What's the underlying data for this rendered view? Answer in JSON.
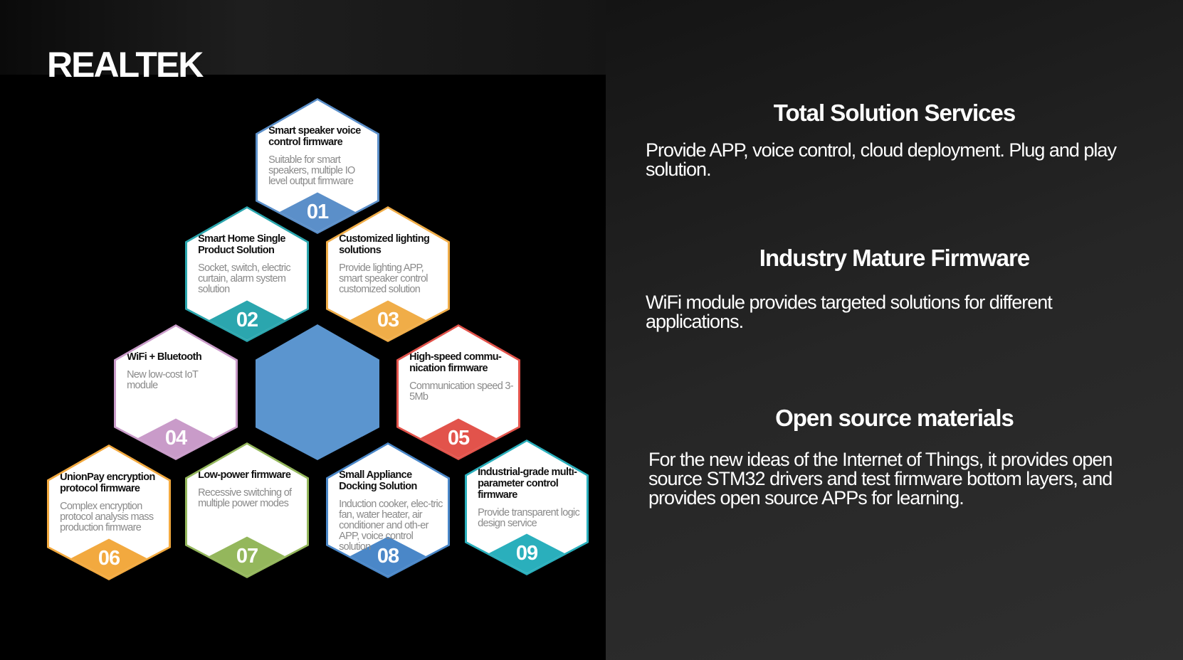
{
  "logo": "REALTEK",
  "hexagons": [
    {
      "num": "01",
      "title": "Smart speaker voice control firmware",
      "desc": "Suitable for smart speakers, multiple IO level output firmware",
      "color": "#5b8fc9"
    },
    {
      "num": "02",
      "title": "Smart Home Single Product Solution",
      "desc": "Socket, switch, electric curtain, alarm system solution",
      "color": "#2ba6ae"
    },
    {
      "num": "03",
      "title": "Customized lighting solutions",
      "desc": "Provide lighting APP, smart speaker control customized solution",
      "color": "#f0ad48"
    },
    {
      "num": "04",
      "title": "WiFi + Bluetooth",
      "desc": "New low-cost IoT module",
      "color": "#c99bc9"
    },
    {
      "num": "05",
      "title": "High-speed commu-nication firmware",
      "desc": "Communication speed 3-5Mb",
      "color": "#e2534b"
    },
    {
      "num": "06",
      "title": "UnionPay encryption protocol firmware",
      "desc": "Complex encryption protocol analysis mass production firmware",
      "color": "#f2a93f"
    },
    {
      "num": "07",
      "title": "Low-power firmware",
      "desc": "Recessive switching of multiple power modes",
      "color": "#94b75c"
    },
    {
      "num": "08",
      "title": "Small Appliance Docking Solution",
      "desc": "Induction cooker, elec-tric fan, water heater, air conditioner and oth-er APP, voice control solution",
      "color": "#4a87c8"
    },
    {
      "num": "09",
      "title": "Industrial-grade multi-parameter control firmware",
      "desc": "Provide transparent logic design service",
      "color": "#2aafbc"
    }
  ],
  "center_color": "#5b95cf",
  "sections": [
    {
      "heading": "Total Solution Services",
      "text": "Provide APP, voice control, cloud deployment. Plug and play solution."
    },
    {
      "heading": "Industry Mature Firmware",
      "text": "WiFi module provides targeted solutions for different applications."
    },
    {
      "heading": "Open source materials",
      "text": "For the new ideas of the Internet of Things, it provides open source STM32 drivers and test firmware bottom layers, and provides open source APPs for learning."
    }
  ]
}
